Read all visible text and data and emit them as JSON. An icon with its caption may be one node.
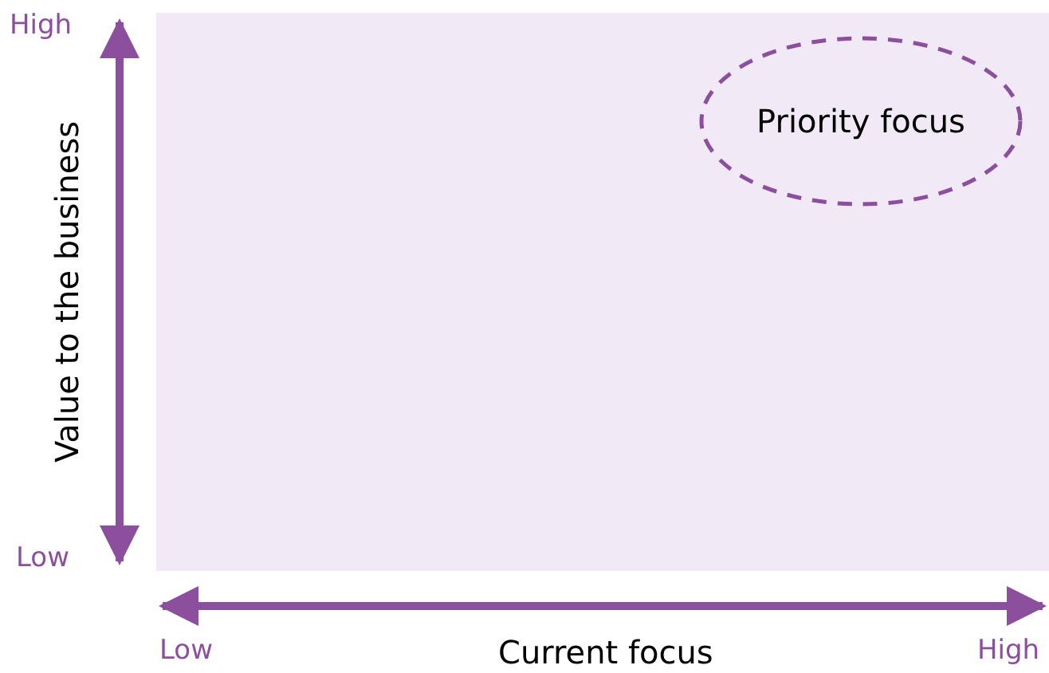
{
  "diagram": {
    "nodes": [
      {
        "text": [
          "Priority focus"
        ]
      }
    ],
    "labels": [
      "High",
      "Value to the business",
      "Low",
      "Low",
      "Current focus",
      "High"
    ]
  }
}
